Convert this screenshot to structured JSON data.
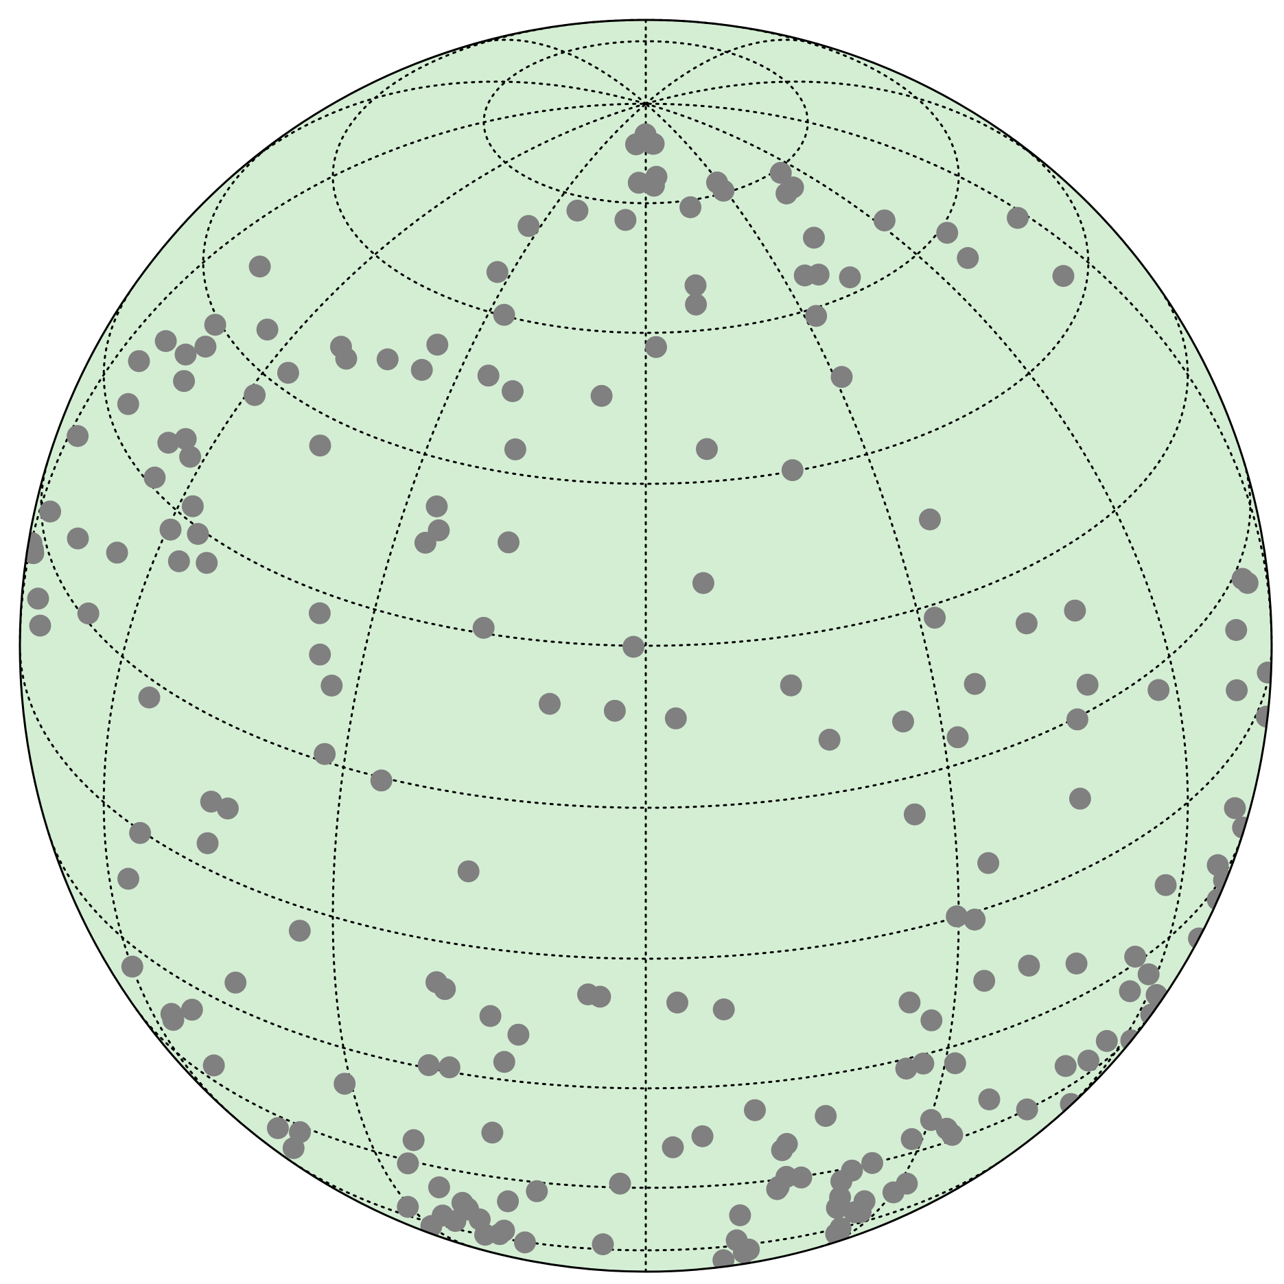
{
  "projection": "orthographic",
  "view": {
    "central_lon": 0,
    "central_lat": 30
  },
  "graticule": {
    "lat_step_deg": 15,
    "lon_step_deg": 30,
    "line_style": "dotted",
    "line_color": "#000000"
  },
  "colors": {
    "land": "#d4eed4",
    "outline": "#000000",
    "point": "#808080",
    "background": "#ffffff"
  },
  "chart_data": {
    "type": "scatter",
    "title": "",
    "points": [
      [
        -7.5,
        83.2
      ],
      [
        -0.3,
        84.8
      ],
      [
        5.5,
        83.3
      ],
      [
        6.2,
        83.3
      ],
      [
        -22.2,
        73.2
      ],
      [
        -33.2,
        70.0
      ],
      [
        -33.0,
        64.2
      ],
      [
        -27.0,
        60.1
      ],
      [
        -6.3,
        72.8
      ],
      [
        -3.0,
        77.7
      ],
      [
        4.9,
        78.5
      ],
      [
        3.4,
        77.3
      ],
      [
        29.2,
        76.5
      ],
      [
        15.1,
        74.1
      ],
      [
        29.3,
        75.3
      ],
      [
        47.7,
        72.3
      ],
      [
        51.5,
        72.5
      ],
      [
        53.8,
        74.5
      ],
      [
        70.6,
        59.3
      ],
      [
        87.6,
        53.5
      ],
      [
        81.7,
        47.6
      ],
      [
        43.0,
        66.8
      ],
      [
        62.0,
        64.4
      ],
      [
        68.4,
        56.4
      ],
      [
        43.3,
        61.6
      ],
      [
        34.7,
        63.5
      ],
      [
        37.6,
        63.1
      ],
      [
        10.8,
        64.9
      ],
      [
        10.1,
        62.8
      ],
      [
        1.8,
        58.5
      ],
      [
        32.1,
        59.2
      ],
      [
        31.1,
        52.7
      ],
      [
        19.4,
        45.1
      ],
      [
        8.4,
        48.1
      ],
      [
        34.9,
        37.5
      ],
      [
        -6.8,
        53.4
      ],
      [
        -20.6,
        52.8
      ],
      [
        -25.2,
        53.8
      ],
      [
        -17.9,
        47.3
      ],
      [
        -35.8,
        55.3
      ],
      [
        -36.0,
        52.5
      ],
      [
        -42.3,
        52.2
      ],
      [
        -48.8,
        50.5
      ],
      [
        -51.0,
        51.2
      ],
      [
        -56.1,
        46.5
      ],
      [
        -58.7,
        43.0
      ],
      [
        -72.9,
        42.6
      ],
      [
        -81.2,
        39.1
      ],
      [
        -65.1,
        48.2
      ],
      [
        -77.9,
        50.9
      ],
      [
        -74.7,
        44.5
      ],
      [
        -75.2,
        40.5
      ],
      [
        -71.7,
        39.0
      ],
      [
        -67.1,
        34.1
      ],
      [
        -83.4,
        35.4
      ],
      [
        -79.0,
        32.6
      ],
      [
        -64.7,
        35.6
      ],
      [
        -62.3,
        34.7
      ],
      [
        -66.0,
        30.8
      ],
      [
        -59.5,
        28.2
      ],
      [
        -36.2,
        28.1
      ],
      [
        -44.7,
        42.3
      ],
      [
        -26.1,
        40.6
      ],
      [
        -26.2,
        37.1
      ],
      [
        -25.0,
        38.5
      ],
      [
        -9.7,
        24.3
      ],
      [
        -16.3,
        38.6
      ],
      [
        -17.5,
        30.5
      ],
      [
        6.5,
        35.6
      ],
      [
        -1.3,
        29.9
      ],
      [
        -3.1,
        24.0
      ],
      [
        3.0,
        23.3
      ],
      [
        14.9,
        25.5
      ],
      [
        18.2,
        20.0
      ],
      [
        26.0,
        20.3
      ],
      [
        31.8,
        28.8
      ],
      [
        34.5,
        21.8
      ],
      [
        31.5,
        17.5
      ],
      [
        47.7,
        17.4
      ],
      [
        42.3,
        25.3
      ],
      [
        48.8,
        24.3
      ],
      [
        45.5,
        14.8
      ],
      [
        57.2,
        12.9
      ],
      [
        73.8,
        10.8
      ],
      [
        78.7,
        13.5
      ],
      [
        79.9,
        12.4
      ],
      [
        71.6,
        5.7
      ],
      [
        83.7,
        0.8
      ],
      [
        44.4,
        7.3
      ],
      [
        33.3,
        4.6
      ],
      [
        71.4,
        -6.7
      ],
      [
        84.1,
        -4.1
      ],
      [
        68.9,
        -11.6
      ],
      [
        56.9,
        -7.4
      ],
      [
        77.8,
        -12.5
      ],
      [
        74.6,
        -16.6
      ],
      [
        54.8,
        -18.8
      ],
      [
        -16.6,
        7.6
      ],
      [
        -25.9,
        14.7
      ],
      [
        -32.2,
        15.7
      ],
      [
        -32.8,
        22.1
      ],
      [
        -34.9,
        24.5
      ],
      [
        -55.3,
        29.5
      ],
      [
        -52.4,
        27.7
      ],
      [
        -57.9,
        31.3
      ],
      [
        -56.3,
        26.3
      ],
      [
        -66.3,
        22.7
      ],
      [
        -74.8,
        19.9
      ],
      [
        -86.8,
        24.6
      ],
      [
        -67.7,
        15.7
      ],
      [
        -85.0,
        17.2
      ],
      [
        -87.8,
        11.5
      ],
      [
        -87.1,
        11.5
      ],
      [
        -80.7,
        10.3
      ],
      [
        -78.3,
        8.8
      ],
      [
        -89.9,
        11.0
      ],
      [
        -54.6,
        13.3
      ],
      [
        -53.9,
        -0.3
      ],
      [
        -44.4,
        7.0
      ],
      [
        -42.3,
        7.1
      ],
      [
        -44.5,
        2.7
      ],
      [
        -33.6,
        -2.6
      ],
      [
        -42.0,
        -11.6
      ],
      [
        -56.3,
        -6.4
      ],
      [
        -49.9,
        -18.6
      ],
      [
        -54.8,
        -22.5
      ],
      [
        -54.6,
        -21.6
      ],
      [
        -59.9,
        -18.5
      ],
      [
        -44.5,
        -33.0
      ],
      [
        -44.5,
        -36.6
      ],
      [
        -40.4,
        -31.5
      ],
      [
        -30.5,
        -41.5
      ],
      [
        -50.4,
        -26.4
      ],
      [
        -26.2,
        -30.6
      ],
      [
        -24.4,
        -26.1
      ],
      [
        -21.1,
        -37.7
      ],
      [
        -15.4,
        -22.6
      ],
      [
        -30.8,
        -20.0
      ],
      [
        -21.0,
        -14.6
      ],
      [
        -14.5,
        -7.4
      ],
      [
        -19.6,
        -4.5
      ],
      [
        -18.8,
        -5.1
      ],
      [
        -13.4,
        -12.7
      ],
      [
        -11.9,
        -9.2
      ],
      [
        -18.9,
        -14.4
      ],
      [
        -11.8,
        -31.7
      ],
      [
        -23.5,
        -34.1
      ],
      [
        -15.5,
        -34.5
      ],
      [
        -21.4,
        -36.6
      ],
      [
        -21.1,
        -38.0
      ],
      [
        -24.2,
        -42.1
      ],
      [
        -29.9,
        -46.6
      ],
      [
        -25.6,
        -41.3
      ],
      [
        -20.3,
        -40.1
      ],
      [
        -21.2,
        -44.8
      ],
      [
        -18.8,
        -43.6
      ],
      [
        -17.8,
        -42.2
      ],
      [
        -15.9,
        -45.2
      ],
      [
        -5.4,
        -43.3
      ],
      [
        -2.7,
        -29.3
      ],
      [
        -4.2,
        -4.2
      ],
      [
        -5.3,
        -4.0
      ],
      [
        2.9,
        -4.8
      ],
      [
        7.2,
        -5.8
      ],
      [
        2.7,
        -23.3
      ],
      [
        5.6,
        -21.8
      ],
      [
        10.6,
        -18.6
      ],
      [
        14.4,
        -31.4
      ],
      [
        10.8,
        -36.5
      ],
      [
        11.5,
        -43.2
      ],
      [
        13.9,
        -25.0
      ],
      [
        14.3,
        -24.1
      ],
      [
        17.9,
        -20.7
      ],
      [
        15.0,
        -29.7
      ],
      [
        16.7,
        -30.2
      ],
      [
        14.3,
        -31.8
      ],
      [
        22.9,
        -38.3
      ],
      [
        26.4,
        -38.2
      ],
      [
        26.1,
        -40.7
      ],
      [
        27.1,
        -41.1
      ],
      [
        26.2,
        -45.2
      ],
      [
        26.7,
        -47.4
      ],
      [
        27.5,
        -48.2
      ],
      [
        11.4,
        -51.1
      ],
      [
        13.6,
        -48.2
      ],
      [
        14.0,
        -47.1
      ],
      [
        22.5,
        -30.6
      ],
      [
        22.5,
        -35.8
      ],
      [
        21.7,
        -32.3
      ],
      [
        24.7,
        -30.0
      ],
      [
        28.6,
        -27.4
      ],
      [
        25.7,
        -16.3
      ],
      [
        25.2,
        -8.1
      ],
      [
        27.7,
        -10.9
      ],
      [
        27.5,
        -16.2
      ],
      [
        31.2,
        -17.4
      ],
      [
        30.2,
        -25.0
      ],
      [
        32.8,
        -27.4
      ],
      [
        34.0,
        -28.9
      ],
      [
        31.3,
        -36.6
      ],
      [
        30.1,
        -37.9
      ],
      [
        44.7,
        -30.0
      ],
      [
        37.2,
        -24.8
      ],
      [
        38.2,
        -8.1
      ],
      [
        33.1,
        -8.0
      ],
      [
        44.4,
        -10.4
      ],
      [
        47.8,
        -25.1
      ],
      [
        52.4,
        -26.8
      ],
      [
        54.5,
        -25.2
      ],
      [
        58.9,
        -37.5
      ],
      [
        53.7,
        -14.0
      ],
      [
        57.8,
        -18.3
      ],
      [
        63.4,
        -24.1
      ],
      [
        66.6,
        -32.3
      ],
      [
        69.0,
        -30.1
      ],
      [
        87.4,
        -5.1
      ],
      [
        76.7,
        -20.1
      ],
      [
        74.7,
        -23.6
      ],
      [
        29.8,
        0.1
      ],
      [
        31.7,
        -0.8
      ],
      [
        26.0,
        11.4
      ]
    ]
  }
}
